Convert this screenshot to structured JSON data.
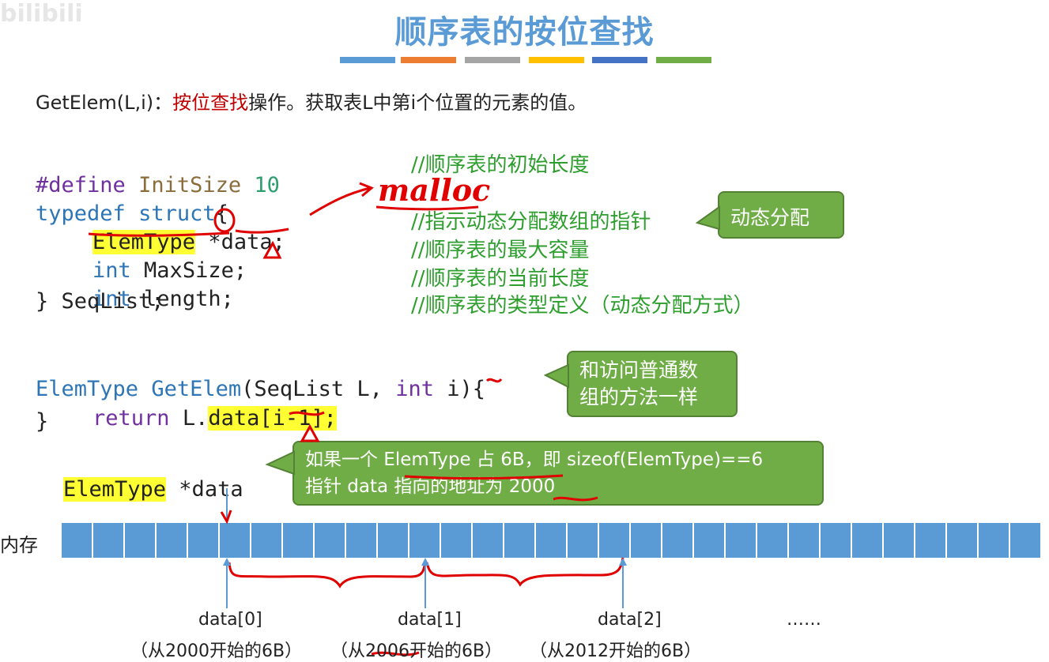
{
  "watermark": "bilibili",
  "title": "顺序表的按位查找",
  "title_bar_colors": [
    "#5b9bd5",
    "#ed7d31",
    "#a5a5a5",
    "#ffc000",
    "#4472c4",
    "#70ad47"
  ],
  "description": {
    "prefix": "GetElem(L,i)：",
    "highlight": "按位查找",
    "suffix": "操作。获取表L中第i个位置的元素的值。"
  },
  "struct_code": {
    "line1": {
      "define": "#define",
      "name": "InitSize",
      "value": "10",
      "comment": "//顺序表的初始长度"
    },
    "line2": {
      "typedef": "typedef",
      "struct": "struct",
      "brace": "{"
    },
    "line3": {
      "type": "ElemType",
      "star": "*",
      "field": "data",
      "semicolon": ";",
      "comment": "//指示动态分配数组的指针"
    },
    "line4": {
      "type": "int",
      "field": "MaxSize;",
      "comment": "//顺序表的最大容量"
    },
    "line5": {
      "type": "int",
      "field": "length;",
      "comment": "//顺序表的当前长度"
    },
    "line6": {
      "text": "} SeqList;",
      "comment": "//顺序表的类型定义（动态分配方式）"
    }
  },
  "func_code": {
    "line1": {
      "ret": "ElemType",
      "name": "GetElem",
      "params_a": "(SeqList L, ",
      "int": "int",
      "param_i": "i",
      "tail": "){"
    },
    "line2": {
      "return": "return",
      "obj": "L.",
      "expr": "data[i-1];"
    },
    "line3": "}"
  },
  "handwriting": {
    "malloc": "malloc"
  },
  "callouts": {
    "dynamic": "动态分配",
    "same_access": [
      "和访问普通数",
      "组的方法一样"
    ],
    "sizeof_note": [
      "如果一个 ElemType 占 6B，即 sizeof(ElemType)==6",
      "指针 data 指向的地址为 2000"
    ]
  },
  "pointer_decl": {
    "type": "ElemType",
    "rest": " *data"
  },
  "memory": {
    "label": "内存",
    "cells": 31,
    "markers": [
      {
        "label": "data[0]",
        "sub": "（从2000开始的6B）"
      },
      {
        "label": "data[1]",
        "sub": "（从2006开始的6B）"
      },
      {
        "label": "data[2]",
        "sub": "（从2012开始的6B）"
      }
    ],
    "ellipsis": "……"
  }
}
